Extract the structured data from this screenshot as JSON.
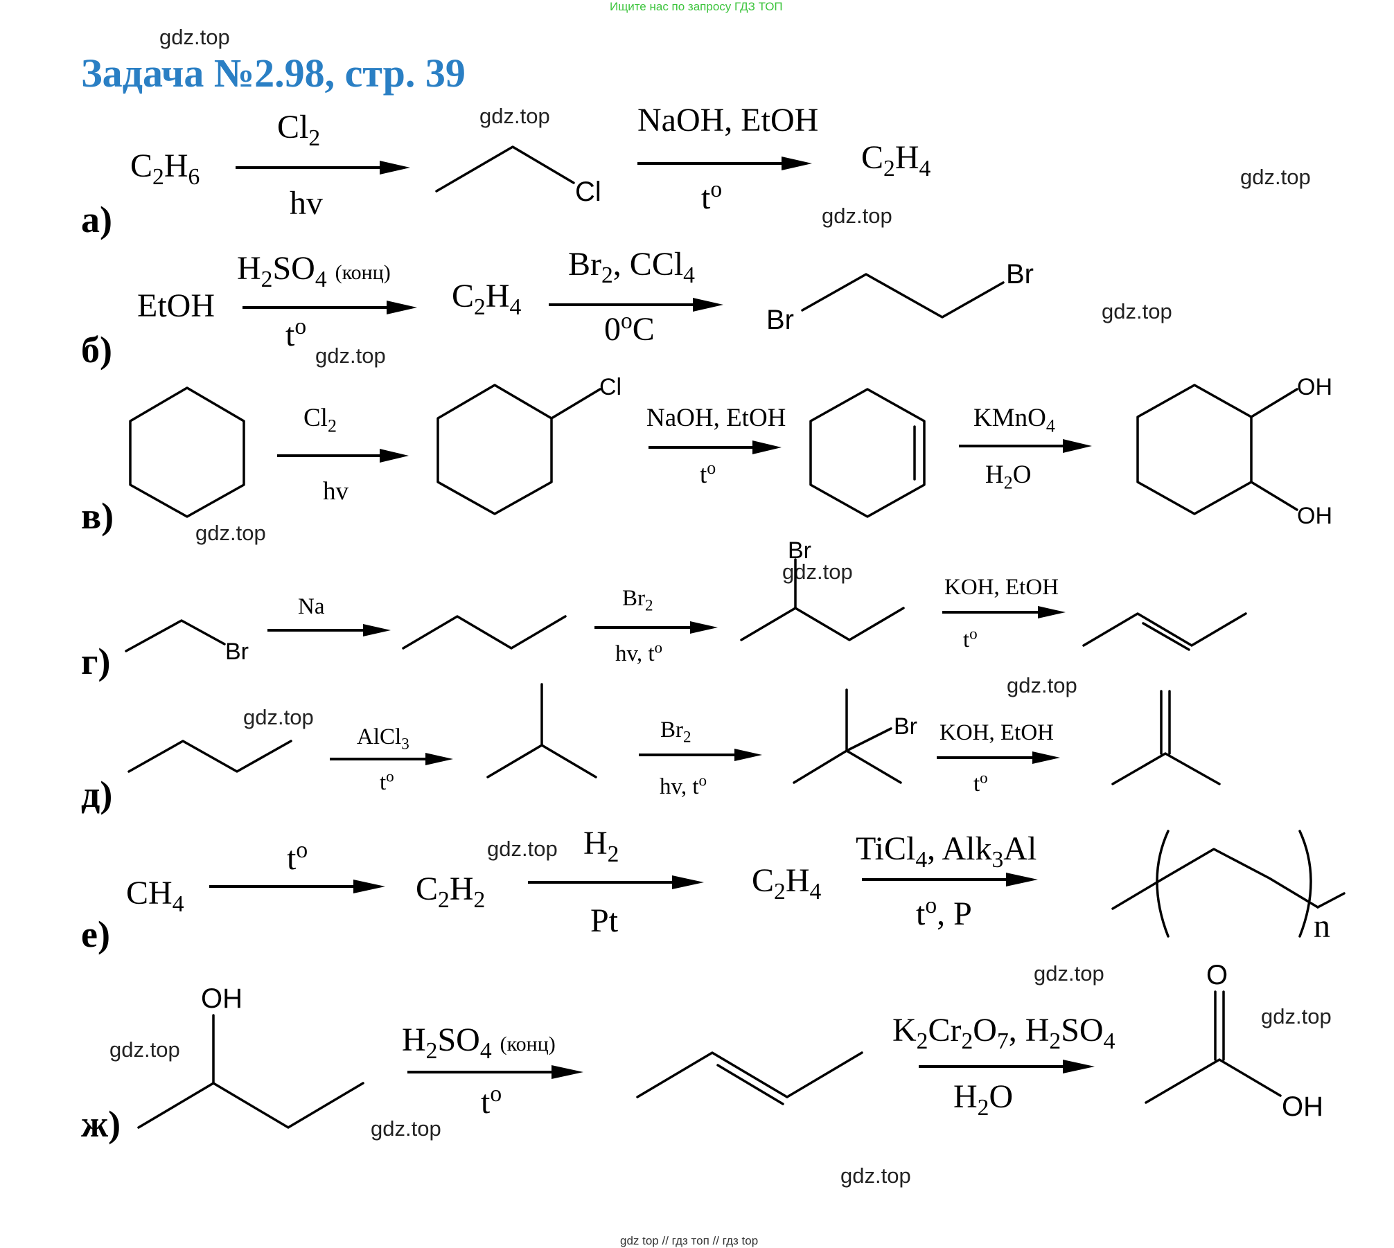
{
  "banner": "Ищите нас по запросу ГДЗ ТОП",
  "watermark": "gdz.top",
  "title": "Задача №2.98, стр. 39",
  "footer": "gdz top // гдз топ // гдз top",
  "labels": {
    "a": "а)",
    "b": "б)",
    "v": "в)",
    "g": "г)",
    "d": "д)",
    "e": "е)",
    "zh": "ж)"
  },
  "words": {
    "hv": "hv",
    "hv_t": "hv, t",
    "t": "t",
    "deg": "o",
    "deg_c": "0",
    "c_unit": "C",
    "konc": "(конц)",
    "naoh_etoh": "NaOH, EtOH",
    "koh_etoh": "KOH, EtOH",
    "etoh": "EtOH",
    "pt": "Pt",
    "t_p": ", P",
    "n": "n"
  },
  "sym": {
    "C": "C",
    "H": "H",
    "Cl": "Cl",
    "Br": "Br",
    "S": "S",
    "O": "O",
    "Al": "Al",
    "Ti": "Ti",
    "K": "K",
    "Cr": "Cr",
    "Mn": "Mn",
    "Alk": "Alk",
    "CCl": "CCl",
    "KMn": "KMn",
    "SO": "SO",
    "OH": "OH",
    "Br_comma": ", ",
    "comma": ", "
  },
  "num": {
    "2": "2",
    "3": "3",
    "4": "4",
    "6": "6",
    "7": "7"
  }
}
